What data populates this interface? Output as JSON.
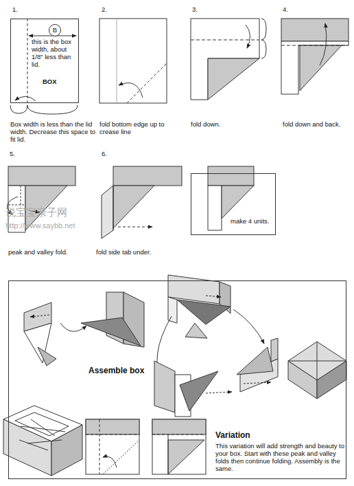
{
  "diagram": {
    "nodes": [
      {
        "text": [
          "this is the box width, about 1/8\" less than lid.",
          "BOX"
        ]
      },
      {
        "text": [
          "B"
        ],
        "in": 0
      },
      {
        "text": [
          "make 4 units."
        ]
      },
      {
        "text": [
          "Assemble box",
          "Variation",
          "This variation will add strength and beauty to your box. Start with these peak and valley folds then continue folding. Assembly is the same."
        ]
      }
    ],
    "labels": [
      "1.",
      "2.",
      "3.",
      "4.",
      "5.",
      "6.",
      "Box width is less than the lid width. Decrease this space to fit lid.",
      "fold bottom edge up to crease line",
      "fold down.",
      "fold down and back.",
      "peak and valley fold.",
      "fold side tab under.",
      "说宝宝亲子网",
      "http://www.saybb.net"
    ]
  }
}
